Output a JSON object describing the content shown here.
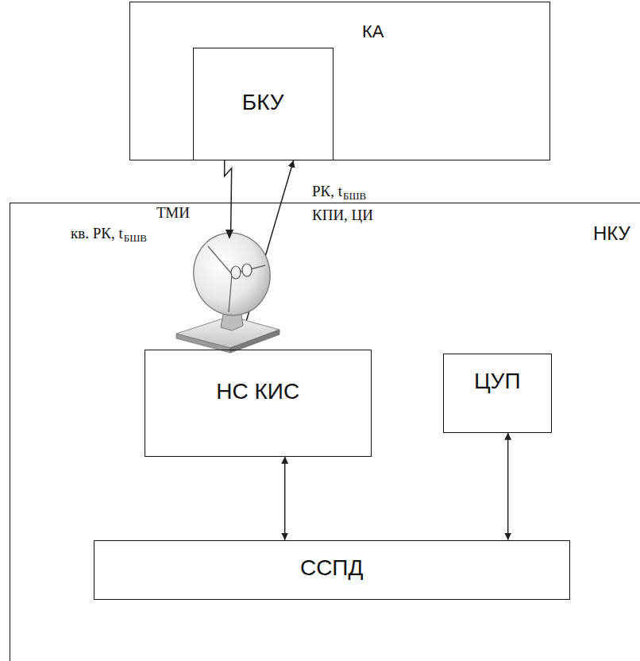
{
  "diagram": {
    "nodes": [
      {
        "text": [
          "КА"
        ]
      },
      {
        "text": [
          "БКУ"
        ],
        "in": 0
      },
      {
        "text": [
          "НКУ"
        ]
      },
      {
        "text": [
          "НС КИС"
        ],
        "in": 2
      },
      {
        "text": [
          "ЦУП"
        ],
        "in": 2
      },
      {
        "text": [
          "ССПД"
        ],
        "in": 2
      }
    ],
    "edges": [
      {
        "from": 1,
        "to": 3,
        "arrow": "to"
      },
      {
        "from": 3,
        "to": 1,
        "arrow": "to"
      },
      {
        "from": 3,
        "to": 5,
        "arrow": "both"
      },
      {
        "from": 4,
        "to": 5,
        "arrow": "both"
      }
    ],
    "labels": [
      "ТМИ",
      "кв. РК, t",
      "БШВ",
      "РК, t",
      "БШВ",
      "КПИ, ЦИ"
    ]
  }
}
